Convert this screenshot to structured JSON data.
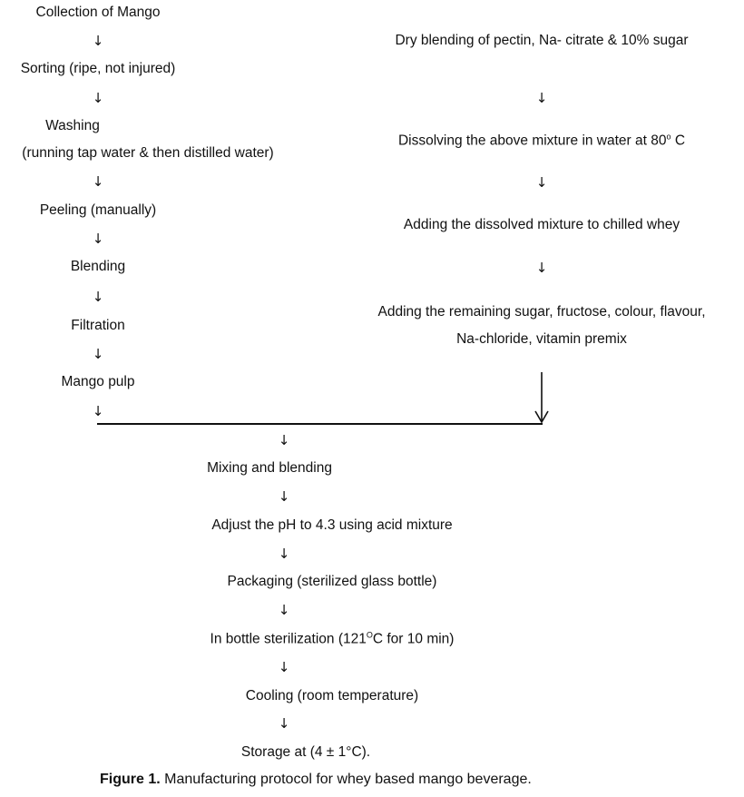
{
  "left_column": {
    "steps": [
      "Collection of Mango",
      "Sorting (ripe, not injured)",
      "Washing",
      "(running tap water & then distilled water)",
      "Peeling (manually)",
      "Blending",
      "Filtration",
      "Mango pulp"
    ]
  },
  "right_column": {
    "steps": [
      "Dry blending of pectin, Na- citrate & 10% sugar",
      "Dissolving the above mixture in water at 80",
      "o",
      " C",
      "Adding the dissolved mixture to chilled whey",
      "Adding the remaining sugar, fructose, colour, flavour,",
      "Na-chloride, vitamin premix"
    ]
  },
  "combined_column": {
    "steps": [
      "Mixing and blending",
      "Adjust the pH to 4.3 using acid mixture",
      "Packaging (sterilized  glass bottle)",
      "In bottle sterilization (121",
      "O",
      "C for 10 min)",
      "Cooling (room temperature)",
      "Storage at (4 ± 1°C)."
    ]
  },
  "arrow_glyph": "↓",
  "caption": {
    "label": "Figure 1.",
    "text": " Manufacturing protocol for whey based mango beverage."
  }
}
